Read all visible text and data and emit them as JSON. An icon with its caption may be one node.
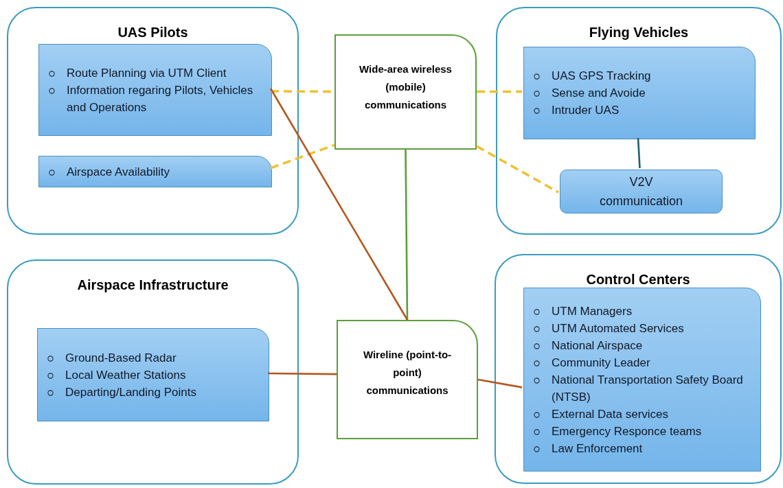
{
  "diagram": {
    "nodes": [
      {
        "text": [
          "UAS Pilots"
        ]
      },
      {
        "text": [
          "Route Planning via UTM Client",
          "Information regaring Pilots, Vehicles and Operations"
        ],
        "in": 0
      },
      {
        "text": [
          "Airspace Availability"
        ],
        "in": 0
      },
      {
        "text": [
          "Wide-area wireless (mobile) communications"
        ]
      },
      {
        "text": [
          "Flying Vehicles"
        ]
      },
      {
        "text": [
          "UAS GPS Tracking",
          "Sense and Avoide",
          "Intruder UAS"
        ],
        "in": 4
      },
      {
        "text": [
          "V2V communication"
        ],
        "in": 4
      },
      {
        "text": [
          "Airspace Infrastructure"
        ]
      },
      {
        "text": [
          "Ground-Based Radar",
          "Local Weather Stations",
          "Departing/Landing Points"
        ],
        "in": 7
      },
      {
        "text": [
          "Wireline (point-to-point) communications"
        ]
      },
      {
        "text": [
          "Control Centers"
        ]
      },
      {
        "text": [
          "UTM Managers",
          "UTM Automated Services",
          "National Airspace",
          "Community Leader",
          "National Transportation Safety Board (NTSB)",
          "External Data services",
          "Emergency Responce teams",
          "Law Enforcement"
        ],
        "in": 10
      }
    ],
    "edges": [
      {
        "from": 1,
        "to": 3,
        "arrow": "none",
        "style": "dashed"
      },
      {
        "from": 2,
        "to": 3,
        "arrow": "none",
        "style": "dashed"
      },
      {
        "from": 3,
        "to": 5,
        "arrow": "none",
        "style": "dashed"
      },
      {
        "from": 3,
        "to": 6,
        "arrow": "none",
        "style": "dashed"
      },
      {
        "from": 5,
        "to": 6,
        "arrow": "none",
        "color": "#1f5f6e"
      },
      {
        "from": 3,
        "to": 9,
        "arrow": "none",
        "color": "#5a9e3a"
      },
      {
        "from": 1,
        "to": 9,
        "arrow": "none",
        "color": "#b5561f"
      },
      {
        "from": 8,
        "to": 9,
        "arrow": "none",
        "color": "#b5561f"
      },
      {
        "from": 9,
        "to": 11,
        "arrow": "none",
        "color": "#b5561f"
      }
    ]
  }
}
